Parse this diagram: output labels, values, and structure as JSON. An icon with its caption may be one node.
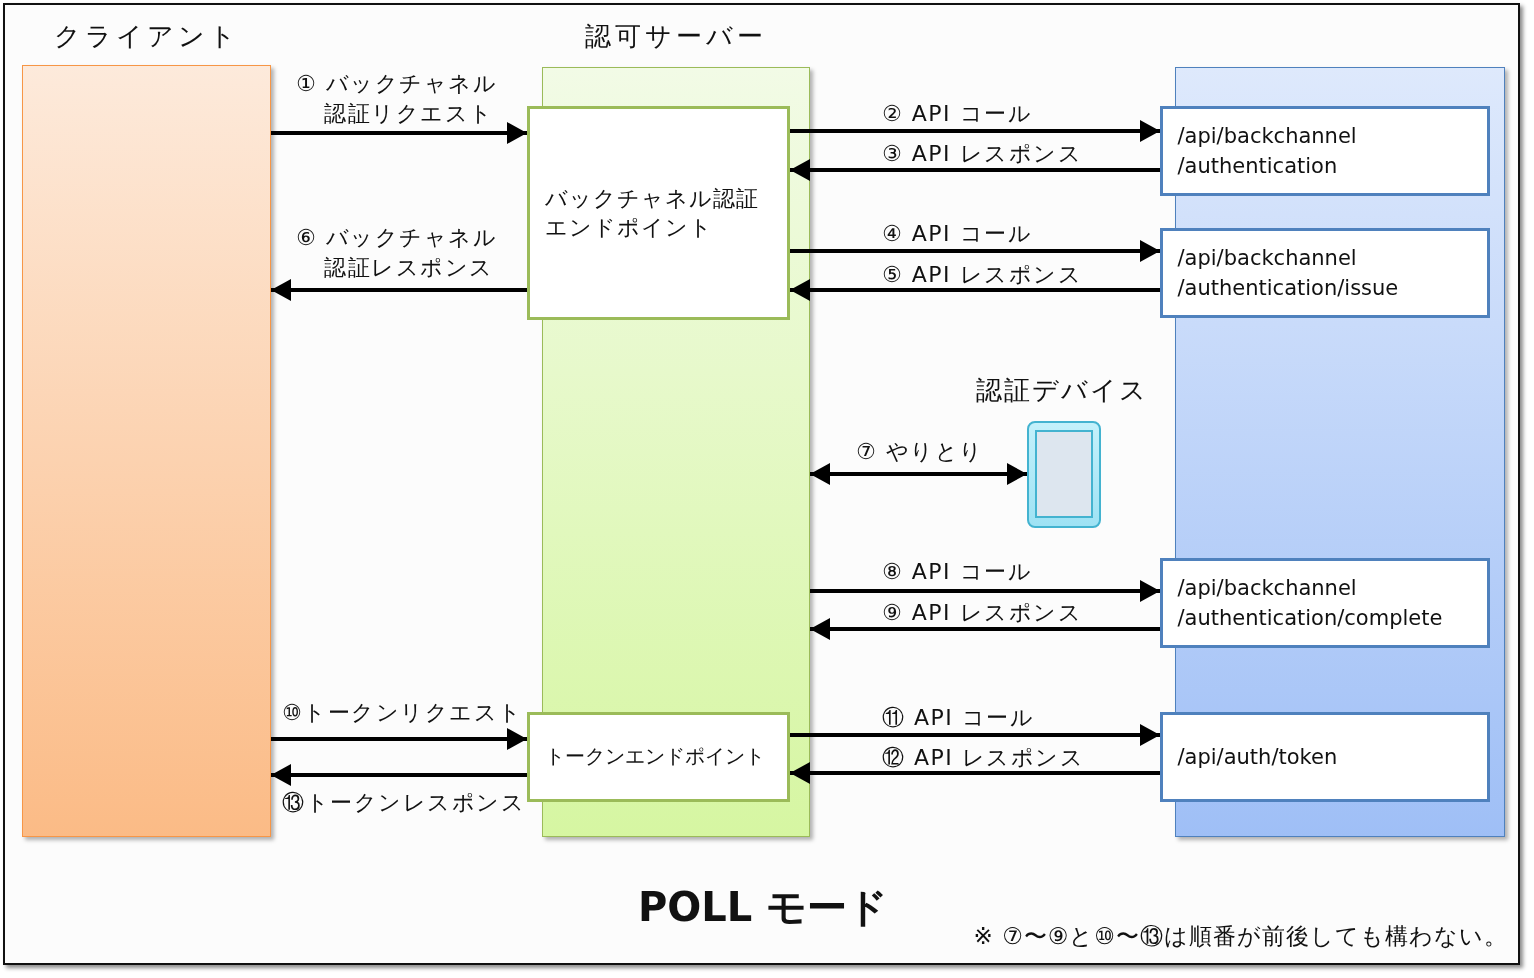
{
  "diagram": {
    "title": "POLL モード",
    "nodes": [
      {
        "text": [
          "クライアント"
        ]
      },
      {
        "text": [
          "認可サーバー"
        ]
      },
      {
        "text": [
          "バックチャネル認証エンドポイント"
        ],
        "in": 1
      },
      {
        "text": [
          "トークンエンドポイント"
        ],
        "in": 1
      },
      {
        "text": [],
        "shape": "box"
      },
      {
        "text": [
          "/api/backchannel /authentication"
        ],
        "in": 4
      },
      {
        "text": [
          "/api/backchannel /authentication/issue"
        ],
        "in": 4
      },
      {
        "text": [
          "/api/backchannel /authentication/complete"
        ],
        "in": 4
      },
      {
        "text": [
          "/api/auth/token"
        ],
        "in": 4
      },
      {
        "text": [],
        "shape": "picture",
        "beside": [
          "認証デバイス"
        ]
      }
    ],
    "edges": [
      {
        "from": 0,
        "to": 2,
        "arrow": "to",
        "label": "① バックチャネル認証リクエスト"
      },
      {
        "from": 2,
        "to": 5,
        "arrow": "to",
        "label": "② API コール"
      },
      {
        "from": 5,
        "to": 2,
        "arrow": "to",
        "label": "③ API レスポンス"
      },
      {
        "from": 2,
        "to": 6,
        "arrow": "to",
        "label": "④ API コール"
      },
      {
        "from": 6,
        "to": 2,
        "arrow": "to",
        "label": "⑤ API レスポンス"
      },
      {
        "from": 2,
        "to": 0,
        "arrow": "to",
        "label": "⑥ バックチャネル認証レスポンス"
      },
      {
        "from": 1,
        "to": 9,
        "arrow": "both",
        "label": "⑦ やりとり"
      },
      {
        "from": 1,
        "to": 7,
        "arrow": "to",
        "label": "⑧ API コール"
      },
      {
        "from": 7,
        "to": 1,
        "arrow": "to",
        "label": "⑨ API レスポンス"
      },
      {
        "from": 0,
        "to": 3,
        "arrow": "to",
        "label": "⑩トークンリクエスト"
      },
      {
        "from": 3,
        "to": 8,
        "arrow": "to",
        "label": "⑪ API コール"
      },
      {
        "from": 8,
        "to": 3,
        "arrow": "to",
        "label": "⑫ API レスポンス"
      },
      {
        "from": 3,
        "to": 0,
        "arrow": "to",
        "label": "⑬トークンレスポンス"
      }
    ],
    "labels": [
      "※ ⑦〜⑨と⑩〜⑬は順番が前後しても構わない。"
    ]
  }
}
